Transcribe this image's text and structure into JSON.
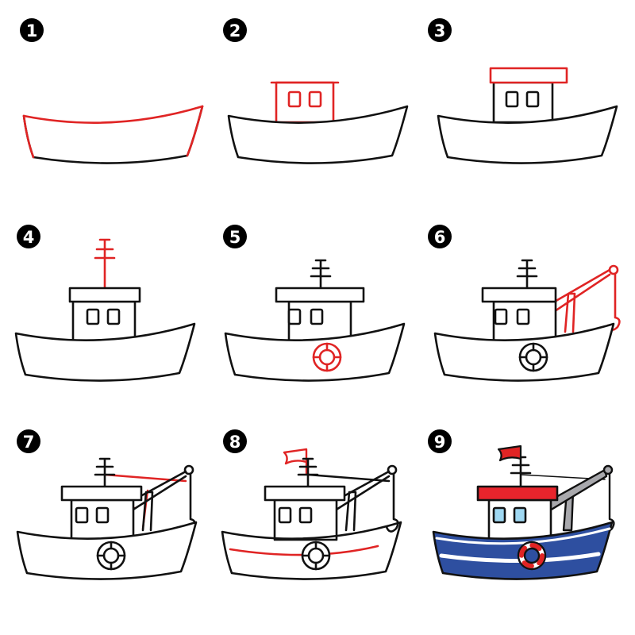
{
  "steps": [
    {
      "number": "1"
    },
    {
      "number": "2"
    },
    {
      "number": "3"
    },
    {
      "number": "4"
    },
    {
      "number": "5"
    },
    {
      "number": "6"
    },
    {
      "number": "7"
    },
    {
      "number": "8"
    },
    {
      "number": "9"
    }
  ],
  "colors": {
    "outline": "#111111",
    "highlight": "#e02424",
    "hull_blue": "#2e4fa0",
    "cabin_roof": "#e8242c",
    "window_blue": "#9fd8f2",
    "crane_gray": "#a9a9ad",
    "flag_red": "#e02424"
  }
}
